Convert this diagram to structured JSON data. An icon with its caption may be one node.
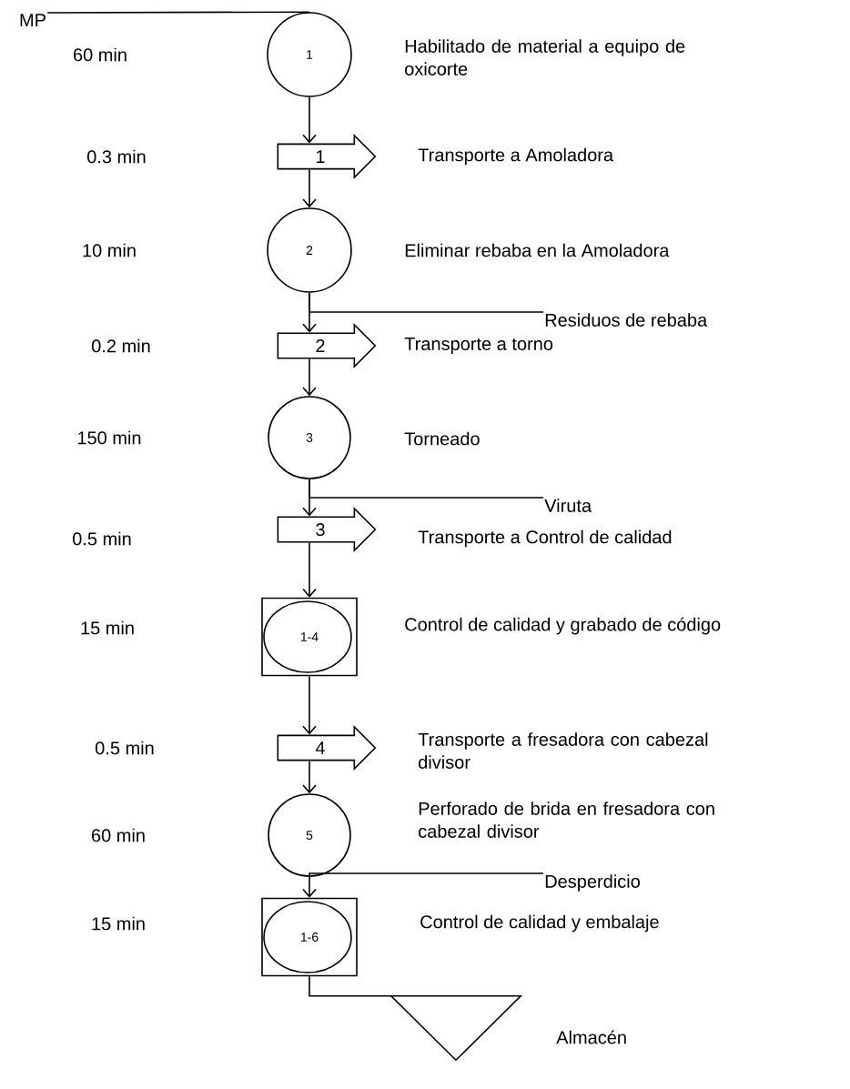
{
  "diagram": {
    "nodes": [
      {
        "text": [
          "MP"
        ]
      },
      {
        "text": [
          "1"
        ]
      },
      {
        "text": [
          "1"
        ]
      },
      {
        "text": [
          "2"
        ]
      },
      {
        "text": [
          "Residuos de rebaba"
        ]
      },
      {
        "text": [
          "2"
        ]
      },
      {
        "text": [
          "3"
        ]
      },
      {
        "text": [
          "Viruta"
        ]
      },
      {
        "text": [
          "3"
        ]
      },
      {
        "text": [
          "1-4"
        ]
      },
      {
        "text": [
          "4"
        ]
      },
      {
        "text": [
          "5"
        ]
      },
      {
        "text": [
          "Desperdicio"
        ]
      },
      {
        "text": [
          "1-6"
        ]
      },
      {
        "text": [],
        "shape": "triangle"
      }
    ],
    "edges": [
      {
        "from": 0,
        "to": 1,
        "arrow": "none"
      },
      {
        "from": 1,
        "to": 2,
        "arrow": "to"
      },
      {
        "from": 2,
        "to": 3,
        "arrow": "to"
      },
      {
        "from": 3,
        "to": 4,
        "arrow": "none"
      },
      {
        "from": 3,
        "to": 5,
        "arrow": "to"
      },
      {
        "from": 5,
        "to": 6,
        "arrow": "to"
      },
      {
        "from": 6,
        "to": 7,
        "arrow": "none"
      },
      {
        "from": 6,
        "to": 8,
        "arrow": "to"
      },
      {
        "from": 8,
        "to": 9,
        "arrow": "to"
      },
      {
        "from": 9,
        "to": 10,
        "arrow": "to"
      },
      {
        "from": 10,
        "to": 11,
        "arrow": "to"
      },
      {
        "from": 11,
        "to": 12,
        "arrow": "none"
      },
      {
        "from": 11,
        "to": 13,
        "arrow": "to"
      },
      {
        "from": 13,
        "to": 14,
        "arrow": "none"
      }
    ],
    "labels": [
      "60 min",
      "Habilitado de material a equipo de oxicorte",
      "0.3 min",
      "Transporte a Amoladora",
      "10 min",
      "Eliminar rebaba en la Amoladora",
      "0.2 min",
      "Transporte a torno",
      "150 min",
      "Torneado",
      "0.5 min",
      "Transporte a Control de calidad",
      "15 min",
      "Control de calidad y grabado de código",
      "0.5 min",
      "Transporte a fresadora con cabezal divisor",
      "60 min",
      "Perforado de brida en fresadora con cabezal divisor",
      "15 min",
      "Control de calidad y embalaje",
      "Almacén"
    ]
  }
}
